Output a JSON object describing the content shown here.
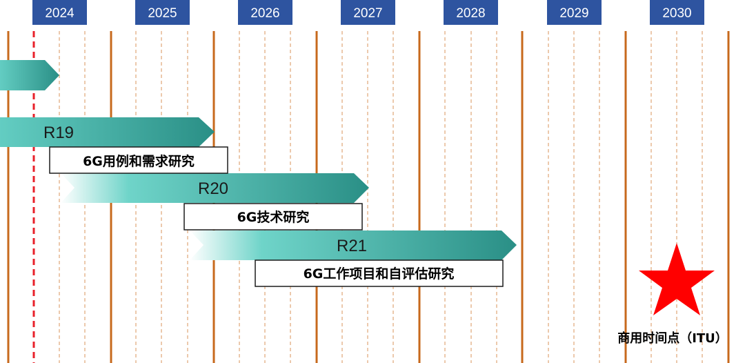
{
  "years": [
    "2024",
    "2025",
    "2026",
    "2027",
    "2028",
    "2029",
    "2030"
  ],
  "releases": [
    {
      "label": ""
    },
    {
      "label": "R19"
    },
    {
      "label": "R20"
    },
    {
      "label": "R21"
    }
  ],
  "studies": [
    {
      "label": "6G用例和需求研究"
    },
    {
      "label": "6G技术研究"
    },
    {
      "label": "6G工作项目和自评估研究"
    }
  ],
  "milestone": {
    "label": "商用时间点（ITU）",
    "icon": "star-icon"
  },
  "colors": {
    "year_box": "#2e54a0",
    "year_line": "#c7691c",
    "current_marker": "#e8202a",
    "arrow_dark": "#2a8f86",
    "arrow_mid": "#63cdc2",
    "arrow_light": "#ffffff",
    "star": "#ff0000"
  }
}
